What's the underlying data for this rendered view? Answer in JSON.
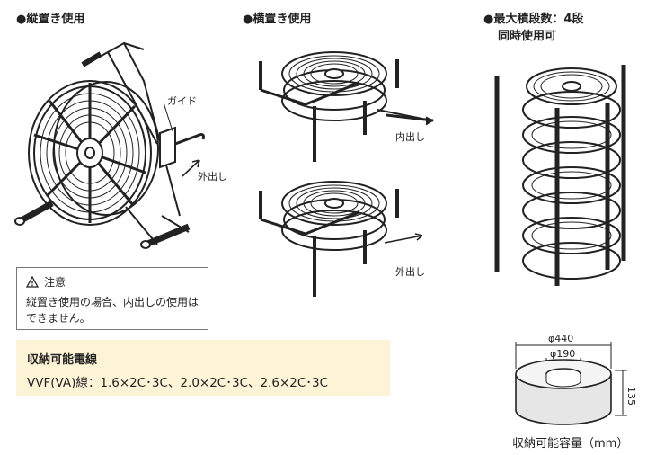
{
  "sections": {
    "vertical": {
      "heading": "●縦置き使用",
      "guide_label": "ガイド",
      "outlet_label": "外出し"
    },
    "horizontal": {
      "heading": "●横置き使用",
      "top_label": "内出し",
      "bottom_label": "外出し"
    },
    "stacking": {
      "heading_line1": "●最大積段数：4段",
      "heading_line2": "同時使用可"
    }
  },
  "caution": {
    "title": "注意",
    "body": "縦置き使用の場合、内出しの使用はできません。"
  },
  "spec": {
    "title": "収納可能電線",
    "body": "VVF(VA)線：1.6×2C･3C、2.0×2C･3C、2.6×2C･3C"
  },
  "capacity": {
    "outer_dim": "φ440",
    "inner_dim": "φ190",
    "height_dim": "135",
    "caption": "収納可能容量（mm）"
  },
  "colors": {
    "line": "#222222",
    "spec_bg": "#fdf3d6",
    "box_border": "#777777"
  },
  "icons": [
    "warning-icon",
    "arrow-icon"
  ]
}
